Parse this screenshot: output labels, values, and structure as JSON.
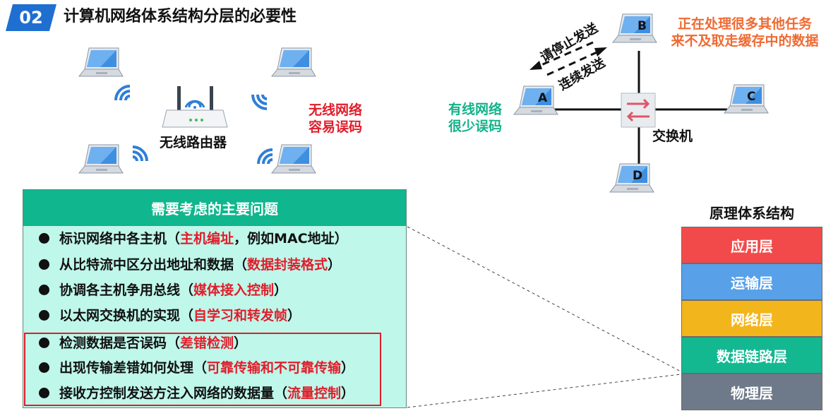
{
  "header": {
    "badge": "02",
    "title": "计算机网络体系结构分层的必要性"
  },
  "wireless": {
    "router_label": "无线路由器",
    "note_line1": "无线网络",
    "note_line2": "容易误码"
  },
  "wired": {
    "note_line1": "有线网络",
    "note_line2": "很少误码",
    "switch_label": "交换机",
    "hosts": [
      "A",
      "B",
      "C",
      "D"
    ],
    "stop_msg": "请停止发送",
    "continue_msg": "连续发送",
    "busy_line1": "正在处理很多其他任务",
    "busy_line2": "来不及取走缓存中的数据"
  },
  "issues": {
    "heading": "需要考虑的主要问题",
    "items": [
      {
        "pre": "标识网络中各主机（",
        "key": "主机编址",
        "post": "，例如MAC地址）"
      },
      {
        "pre": "从比特流中区分出地址和数据（",
        "key": "数据封装格式",
        "post": "）"
      },
      {
        "pre": "协调各主机争用总线（",
        "key": "媒体接入控制",
        "post": "）"
      },
      {
        "pre": "以太网交换机的实现（",
        "key": "自学习和转发帧",
        "post": "）"
      },
      {
        "pre": "检测数据是否误码（",
        "key": "差错检测",
        "post": "）"
      },
      {
        "pre": "出现传输差错如何处理（",
        "key": "可靠传输和不可靠传输",
        "post": "）"
      },
      {
        "pre": "接收方控制发送方注入网络的数据量（",
        "key": "流量控制",
        "post": "）"
      }
    ]
  },
  "stack": {
    "title": "原理体系结构",
    "layers": [
      {
        "name": "应用层",
        "color": "#f24a4a"
      },
      {
        "name": "运输层",
        "color": "#58a0e8"
      },
      {
        "name": "网络层",
        "color": "#f3b51c"
      },
      {
        "name": "数据链路层",
        "color": "#13b891"
      },
      {
        "name": "物理层",
        "color": "#6e7a89"
      }
    ]
  },
  "colors": {
    "accent_blue": "#1f6fd1",
    "highlight_red": "#e11d2a",
    "teal": "#10b68e"
  }
}
